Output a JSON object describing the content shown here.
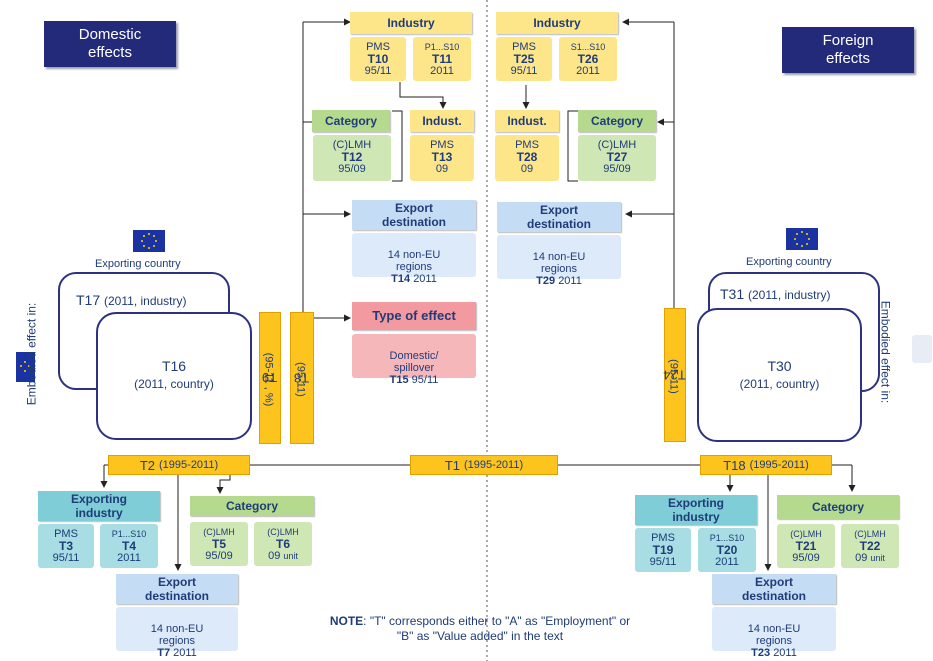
{
  "titles": {
    "domestic": "Domestic\neffects",
    "foreign": "Foreign\neffects"
  },
  "domestic": {
    "industry": {
      "header": "Industry",
      "t10": {
        "top": "PMS",
        "id": "T10",
        "period": "95/11"
      },
      "t11": {
        "top": "P1...S10",
        "id": "T11",
        "period": "2011"
      }
    },
    "category": {
      "header": "Category",
      "t12": {
        "top": "(C)LMH",
        "id": "T12",
        "period": "95/09"
      }
    },
    "indust": {
      "header": "Indust.",
      "t13": {
        "top": "PMS",
        "id": "T13",
        "period": "09"
      }
    },
    "export": {
      "header": "Export\ndestination",
      "t14": {
        "top": "14 non-EU\nregions",
        "id": "T14",
        "period": "2011"
      }
    },
    "effect": {
      "header": "Type of effect",
      "t15": {
        "top": "Domestic/\nspillover",
        "id": "T15",
        "period": "95/11"
      }
    },
    "exporting_country": "Exporting country",
    "embodied": "Embodied effect in:",
    "t17": {
      "id": "T17",
      "detail": "(2011, industry)"
    },
    "t16": {
      "id": "T16",
      "detail": "(2011, country)"
    },
    "t9": {
      "id": "T9",
      "detail": "(95-11 , %)"
    },
    "t8": {
      "id": "T8",
      "detail": "(95-11)"
    }
  },
  "foreign": {
    "industry": {
      "header": "Industry",
      "t25": {
        "top": "PMS",
        "id": "T25",
        "period": "95/11"
      },
      "t26": {
        "top": "S1...S10",
        "id": "T26",
        "period": "2011"
      }
    },
    "indust": {
      "header": "Indust.",
      "t28": {
        "top": "PMS",
        "id": "T28",
        "period": "09"
      }
    },
    "category": {
      "header": "Category",
      "t27": {
        "top": "(C)LMH",
        "id": "T27",
        "period": "95/09"
      }
    },
    "export": {
      "header": "Export\ndestination",
      "t29": {
        "top": "14 non-EU\nregions",
        "id": "T29",
        "period": "2011"
      }
    },
    "exporting_country": "Exporting country",
    "embodied": "Embodied effect in:",
    "t31": {
      "id": "T31",
      "detail": "(2011, industry)"
    },
    "t30": {
      "id": "T30",
      "detail": "(2011, country)"
    },
    "t24": {
      "id": "T24",
      "detail": "(95-11)"
    }
  },
  "bars": {
    "t2": {
      "id": "T2",
      "detail": "(1995-2011)"
    },
    "t1": {
      "id": "T1",
      "detail": "(1995-2011)"
    },
    "t18": {
      "id": "T18",
      "detail": "(1995-2011)"
    }
  },
  "bottom_left": {
    "exporting_industry": {
      "header": "Exporting\nindustry",
      "t3": {
        "top": "PMS",
        "id": "T3",
        "period": "95/11"
      },
      "t4": {
        "top": "P1...S10",
        "id": "T4",
        "period": "2011"
      }
    },
    "category": {
      "header": "Category",
      "t5": {
        "top": "(C)LMH",
        "id": "T5",
        "period": "95/09"
      },
      "t6": {
        "top": "(C)LMH",
        "id": "T6",
        "period": "09",
        "unit": "unit"
      }
    },
    "export": {
      "header": "Export\ndestination",
      "t7": {
        "top": "14 non-EU\nregions",
        "id": "T7",
        "period": "2011"
      }
    }
  },
  "bottom_right": {
    "exporting_industry": {
      "header": "Exporting\nindustry",
      "t19": {
        "top": "PMS",
        "id": "T19",
        "period": "95/11"
      },
      "t20": {
        "top": "P1...S10",
        "id": "T20",
        "period": "2011"
      }
    },
    "category": {
      "header": "Category",
      "t21": {
        "top": "(C)LMH",
        "id": "T21",
        "period": "95/09"
      },
      "t22": {
        "top": "(C)LMH",
        "id": "T22",
        "period": "09",
        "unit": "unit"
      }
    },
    "export": {
      "header": "Export\ndestination",
      "t23": {
        "top": "14 non-EU\nregions",
        "id": "T23",
        "period": "2011"
      }
    }
  },
  "note": {
    "label": "NOTE",
    "line1": ": \"T\" corresponds either to \"A\" as \"Employment\" or",
    "line2": "\"B\" as \"Value added\" in the text"
  },
  "colors": {
    "navy": "#232a7a",
    "yellow": "#fde58a",
    "green": "#b5da8d",
    "blue": "#c5dcf5",
    "teal": "#7fcdd6",
    "pink": "#f29aa0",
    "bar": "#fcc41c",
    "text": "#1f3c78"
  }
}
